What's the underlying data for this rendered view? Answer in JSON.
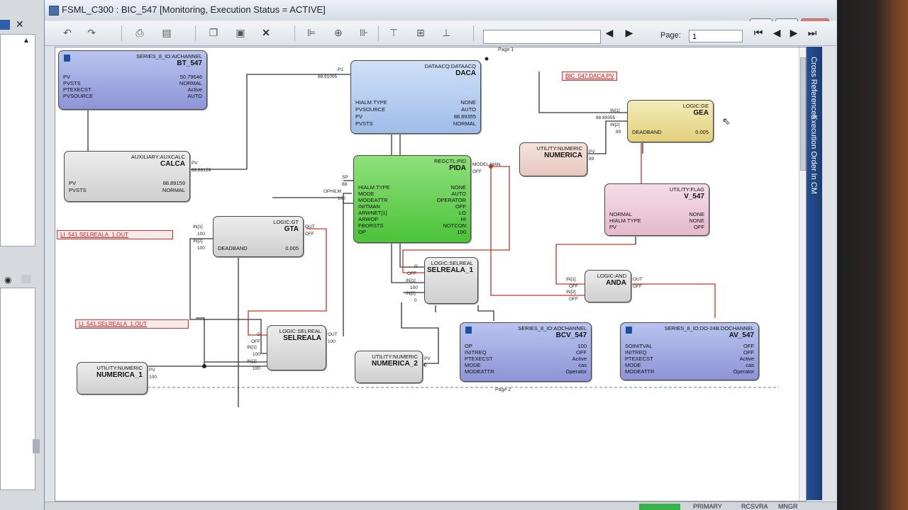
{
  "window": {
    "title": "FSML_C300 : BIC_547 [Monitoring, Execution Status = ACTIVE]"
  },
  "toolbar": {
    "page_label": "Page:",
    "page_value": "1"
  },
  "sidebar_tabs": [
    "Cross References",
    "Execution Order In CM"
  ],
  "page_markers": {
    "top": "Page 1",
    "bottom": "Page 2"
  },
  "blocks": {
    "bt547": {
      "type": "SERIES_8_IO:AICHANNEL",
      "name": "BT_547",
      "rows": [
        [
          "PV",
          "50.79646"
        ],
        [
          "PVSTS",
          "NORMAL"
        ],
        [
          "PTEXECST",
          "Active"
        ],
        [
          "PVSOURCE",
          "AUTO"
        ]
      ]
    },
    "daca": {
      "type": "DATAACQ:DATAACQ",
      "name": "DACA",
      "rows": [
        [
          "HIALM.TYPE",
          "NONE"
        ],
        [
          "PVSOURCE",
          "AUTO"
        ],
        [
          "PV",
          "88.89355"
        ],
        [
          "PVSTS",
          "NORMAL"
        ]
      ]
    },
    "calca": {
      "type": "AUXILIARY:AUXCALC",
      "name": "CALCA",
      "rows": [
        [
          "PV",
          "88.89159"
        ],
        [
          "PVSTS",
          "NORMAL"
        ]
      ]
    },
    "pida": {
      "type": "REGCTL:PID",
      "name": "PIDA",
      "rows": [
        [
          "HIALM.TYPE",
          "NONE"
        ],
        [
          "MODE",
          "AUTO"
        ],
        [
          "MODEATTR",
          "OPERATOR"
        ],
        [
          "INITMAN",
          "OFF"
        ],
        [
          "ARWNET[1]",
          "LO"
        ],
        [
          "ARWOP",
          "HI"
        ],
        [
          "FBORSTS",
          "NOTCON"
        ],
        [
          "OP",
          "100"
        ]
      ]
    },
    "gea": {
      "type": "LOGIC:GE",
      "name": "GEA",
      "rows": [
        [
          "DEADBAND",
          "0.005"
        ]
      ]
    },
    "numerica": {
      "type": "UTILITY:NUMERIC",
      "name": "NUMERICA",
      "rows": []
    },
    "v547": {
      "type": "UTILITY:FLAG",
      "name": "V_547",
      "rows": [
        [
          "NORMAL",
          "NONE"
        ],
        [
          "HIALM.TYPE",
          "NONE"
        ],
        [
          "PV",
          "OFF"
        ]
      ]
    },
    "gta": {
      "type": "LOGIC:GT",
      "name": "GTA",
      "rows": [
        [
          "DEADBAND",
          "0.005"
        ]
      ]
    },
    "selreala1": {
      "type": "LOGIC:SELREAL",
      "name": "SELREALA_1",
      "rows": []
    },
    "anda": {
      "type": "LOGIC:AND",
      "name": "ANDA",
      "rows": []
    },
    "selreala": {
      "type": "LOGIC:SELREAL",
      "name": "SELREALA",
      "rows": []
    },
    "numerica1": {
      "type": "UTILITY:NUMERIC",
      "name": "NUMERICA_1",
      "rows": []
    },
    "numerica2": {
      "type": "UTILITY:NUMERIC",
      "name": "NUMERICA_2",
      "rows": []
    },
    "bcv547": {
      "type": "SERIES_8_IO:AOCHANNEL",
      "name": "BCV_547",
      "rows": [
        [
          "OP",
          "100"
        ],
        [
          "INITREQ",
          "OFF"
        ],
        [
          "PTEXECST",
          "Active"
        ],
        [
          "MODE",
          "cas"
        ],
        [
          "MODEATTR",
          "Operator"
        ]
      ]
    },
    "av547": {
      "type": "SERIES_8_IO:DO-24B.DOCHANNEL",
      "name": "AV_547",
      "rows": [
        [
          "SOINITVAL",
          "OFF"
        ],
        [
          "INITREQ",
          "OFF"
        ],
        [
          "PTEXECST",
          "Active"
        ],
        [
          "MODE",
          "cas"
        ],
        [
          "MODEATTR",
          "Operator"
        ]
      ]
    }
  },
  "refs": {
    "bic_daca": "BIC_547.DACA.PV",
    "li_gta": "LI_541.SELREALA_1.OUT",
    "li_sel": "LI_541.SELREALA_1.OUT"
  },
  "pins": {
    "daca_p1": "P1",
    "daca_p1v": "88.91005",
    "calca_pv": "PV",
    "calca_pvv": "88.89159",
    "pida_sp": "SP",
    "pida_spv": "88",
    "pida_ophilm": "OPHILM",
    "pida_ophilmv": "100",
    "pida_modelman": "MODEL.MAN",
    "pida_off": "OFF",
    "gea_in1": "IN[1]",
    "gea_in1v": "88.89355",
    "gea_in2": "IN[2]",
    "gea_in2v": "89",
    "numerica_pv": "PV",
    "numerica_pvv": "89",
    "gta_in1": "IN[1]",
    "gta_in1v": "100",
    "gta_in2": "IN[2]",
    "gta_in2v": "100",
    "gta_out": "OUT",
    "gta_outv": "OFF",
    "sel1_g": "G",
    "sel1_gv": "OFF",
    "sel1_in1": "IN[1]",
    "sel1_in1v": "100",
    "sel1_in2": "IN[2]",
    "sel1_in2v": "0",
    "anda_in1": "IN[1]",
    "anda_in1v": "OFF",
    "anda_in2": "IN[2]",
    "anda_in2v": "OFF",
    "anda_out": "OUT",
    "anda_outv": "OFF",
    "sel_g": "G",
    "sel_gv": "OFF",
    "sel_in1": "IN[1]",
    "sel_in1v": "100",
    "sel_in2": "IN[2]",
    "sel_in2v": "100",
    "sel_out": "OUT",
    "sel_outv": "100",
    "num1_pv": "PV",
    "num1_pvv": "100",
    "num2_pv": "PV",
    "num2_pvv": "0"
  },
  "status": {
    "primary": "PRIMARY",
    "server": "RCSVRA",
    "mngr": "MNGR"
  }
}
